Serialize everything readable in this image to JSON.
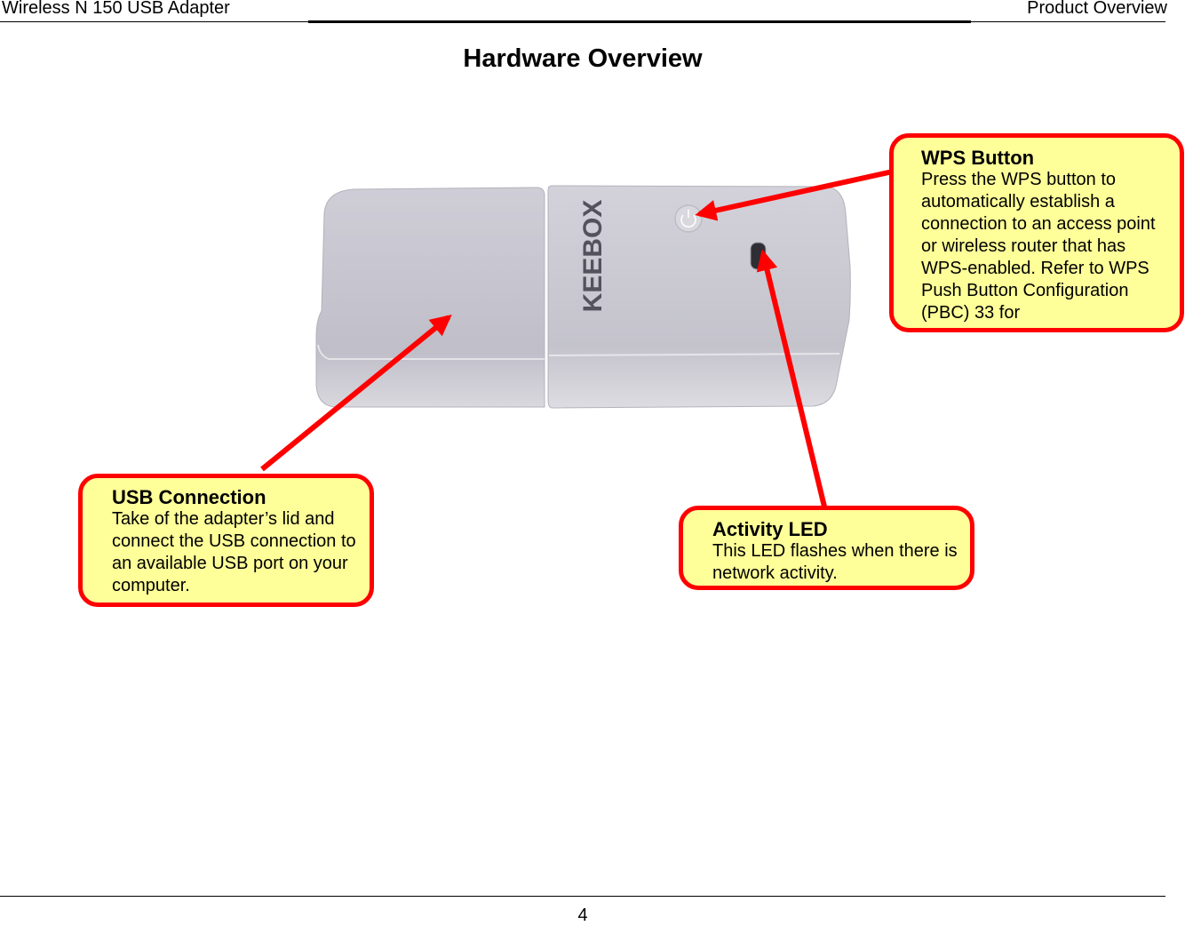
{
  "header": {
    "left": "Wireless N 150 USB Adapter",
    "right": "Product Overview"
  },
  "title": "Hardware Overview",
  "device": {
    "brand": "KEEBOX"
  },
  "callouts": {
    "wps": {
      "title": "WPS Button",
      "body": "Press the WPS button to automatically establish a connection to an access point or wireless router that has WPS-enabled. Refer to WPS Push Button Configuration (PBC) 33 for"
    },
    "usb": {
      "title": "USB Connection",
      "body": "Take of the adapter’s lid and connect the USB connection to an available USB port on your computer."
    },
    "led": {
      "title": "Activity LED",
      "body": "This LED flashes when there is network activity."
    }
  },
  "footer": {
    "page_number": "4"
  },
  "colors": {
    "callout_fill": "#ffff99",
    "callout_border": "#ff0000",
    "arrow": "#ff0000",
    "device_body": "#c8c6d0"
  }
}
